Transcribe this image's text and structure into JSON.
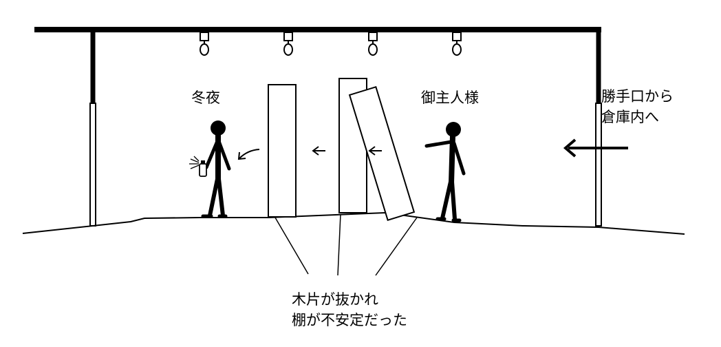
{
  "labels": {
    "toya": "冬夜",
    "master": "御主人様",
    "entrance_line1": "勝手口から",
    "entrance_line2": "倉庫内へ",
    "shelf_line1": "木片が抜かれ",
    "shelf_line2": "棚が不安定だった"
  },
  "icons": [
    "light-bulb-icon",
    "person-figure-icon",
    "spray-can-icon",
    "arrow-left-icon"
  ],
  "colors": {
    "ink": "#000000",
    "background": "#ffffff"
  }
}
